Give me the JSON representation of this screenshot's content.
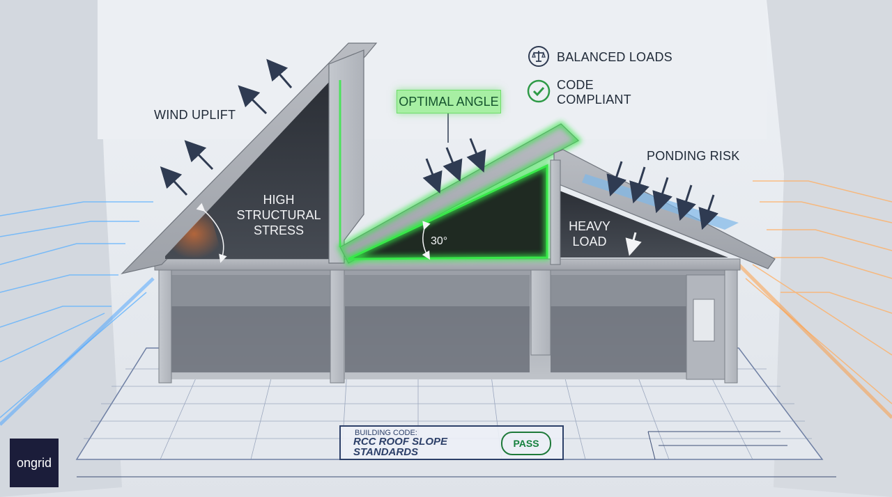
{
  "labels": {
    "wind_uplift": "WIND UPLIFT",
    "high_stress": [
      "HIGH",
      "STRUCTURAL",
      "STRESS"
    ],
    "optimal_angle": "OPTIMAL ANGLE",
    "angle_value": "30°",
    "balanced_loads": "BALANCED LOADS",
    "code_compliant": [
      "CODE",
      "COMPLIANT"
    ],
    "ponding_risk": "PONDING RISK",
    "heavy_load": [
      "HEAVY",
      "LOAD"
    ]
  },
  "code_panel": {
    "small": "BUILDING CODE:",
    "big": [
      "RCC ROOF SLOPE",
      "STANDARDS"
    ],
    "badge": "PASS"
  },
  "logo": "ongrid",
  "icons": {
    "balanced": "balance-scale-icon",
    "compliant": "check-circle-icon"
  },
  "colors": {
    "green_glow": "#39e84a",
    "blue_glow": "#4aa3ff",
    "orange_glow": "#ff9a3c",
    "arrow": "#2f3b52"
  }
}
